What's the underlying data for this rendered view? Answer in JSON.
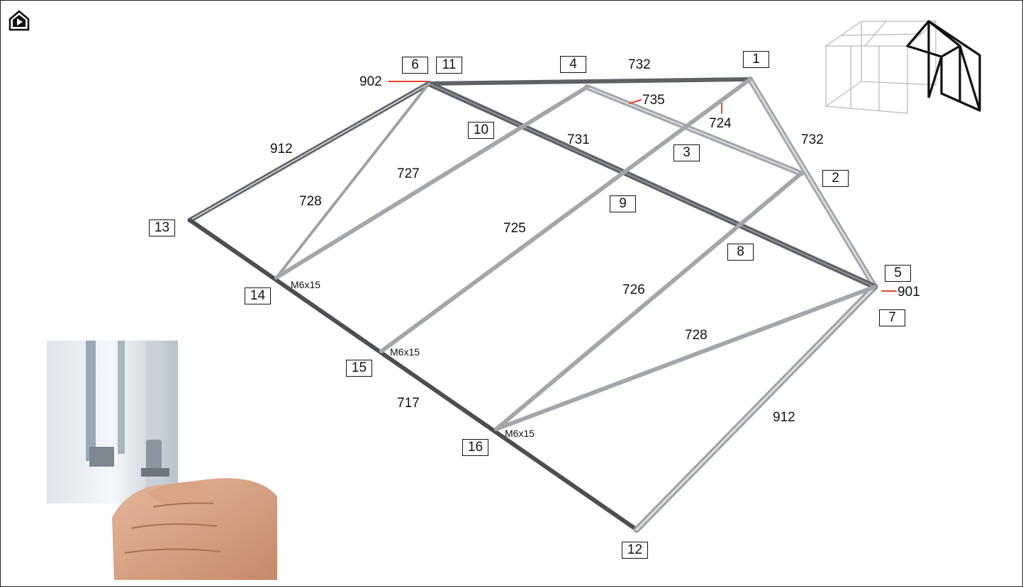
{
  "diagram": {
    "icons": {
      "home": "greenhouse-home-icon",
      "preview": "greenhouse-preview-icon",
      "photo": "hand-tightening-bolt-photo"
    },
    "part_numbers": {
      "p1": "1",
      "p2": "2",
      "p3": "3",
      "p4": "4",
      "p5": "5",
      "p6": "6",
      "p7": "7",
      "p8": "8",
      "p9": "9",
      "p10": "10",
      "p11": "11",
      "p12": "12",
      "p13": "13",
      "p14": "14",
      "p15": "15",
      "p16": "16"
    },
    "profile_codes": {
      "c902": "902",
      "c732_top": "732",
      "c735": "735",
      "c724": "724",
      "c732_right": "732",
      "c912_left": "912",
      "c731": "731",
      "c727": "727",
      "c728_left": "728",
      "c725": "725",
      "c726": "726",
      "c901": "901",
      "c728_right": "728",
      "c717": "717",
      "c912_right": "912"
    },
    "bolts": {
      "b14": "M6x15",
      "b15": "M6x15",
      "b16": "M6x15"
    },
    "colors": {
      "frame_dark": "#6f7378",
      "frame_light": "#b9bdc1",
      "accent_red": "#e8412c"
    }
  }
}
